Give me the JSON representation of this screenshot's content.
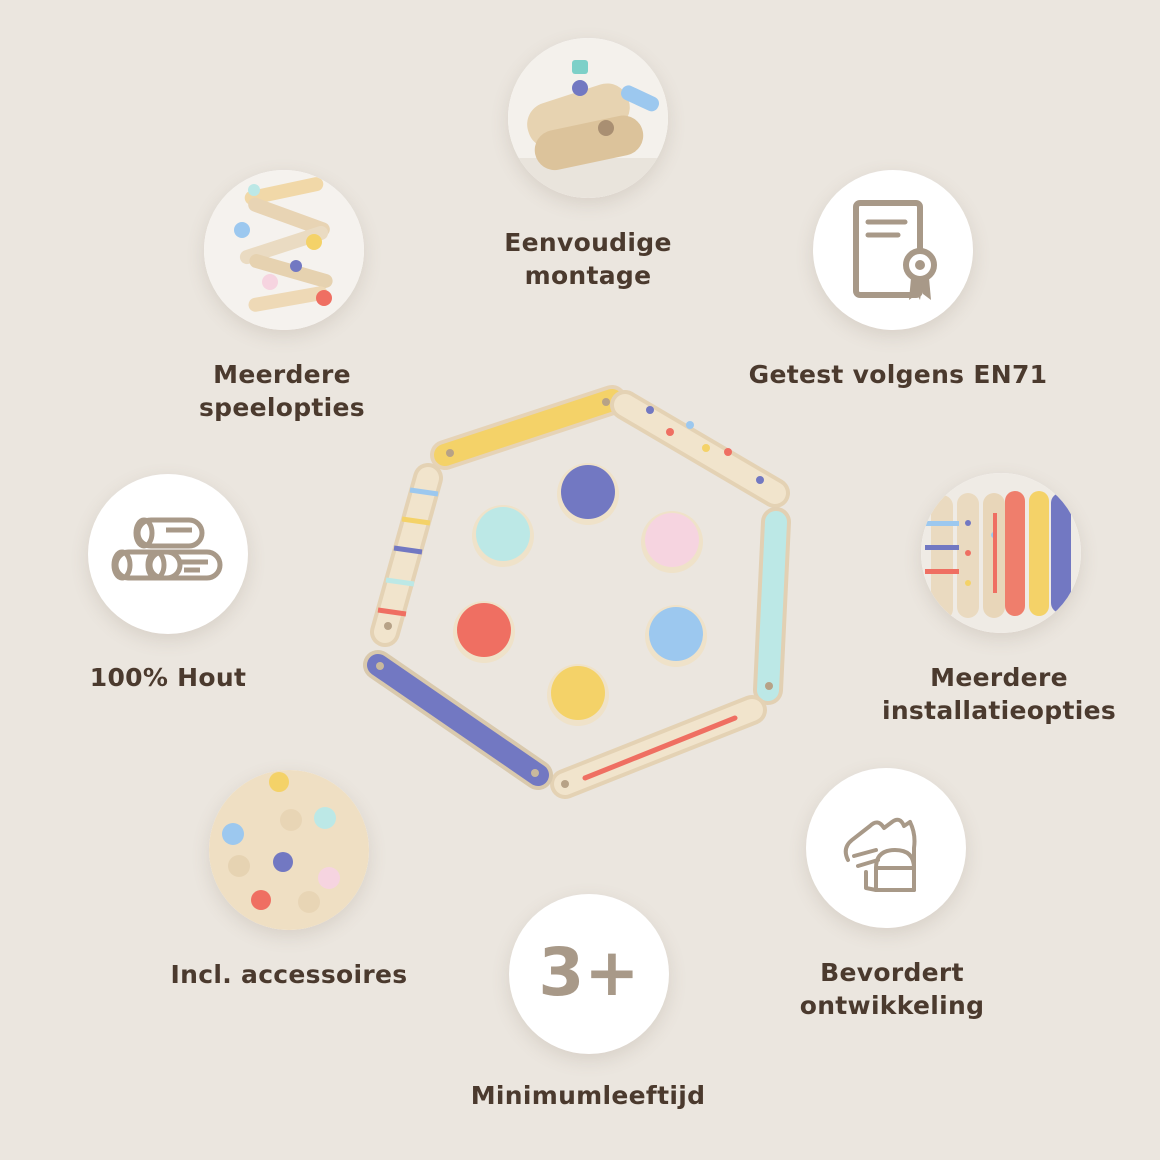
{
  "features": {
    "assembly": {
      "lines": [
        "Eenvoudige",
        "montage"
      ],
      "icon": "wooden-assembly-photo"
    },
    "certified": {
      "lines": [
        "Getest volgens EN71"
      ],
      "icon": "certificate-icon"
    },
    "installation": {
      "lines": [
        "Meerdere",
        "installatieopties"
      ],
      "icon": "wooden-bars-photo"
    },
    "development": {
      "lines": [
        "Bevordert",
        "ontwikkeling"
      ],
      "icon": "hand-block-icon"
    },
    "age": {
      "lines": [
        "Minimumleeftijd"
      ],
      "badge": "3+"
    },
    "accessories": {
      "lines": [
        "Incl. accessoires"
      ],
      "icon": "accessories-photo"
    },
    "wood": {
      "lines": [
        "100% Hout"
      ],
      "icon": "logs-icon"
    },
    "play": {
      "lines": [
        "Meerdere",
        "speelopties"
      ],
      "icon": "zigzag-board-photo"
    }
  },
  "colors": {
    "background": "#ebe6df",
    "text": "#4b3a2e",
    "icon": "#a89988",
    "yellow": "#f4d268",
    "mint": "#bce8e6",
    "violet": "#7278c2",
    "coral": "#ef6f62",
    "pink": "#f6d4e0",
    "sky": "#9cc8ef",
    "wood": "#eedfc6"
  }
}
